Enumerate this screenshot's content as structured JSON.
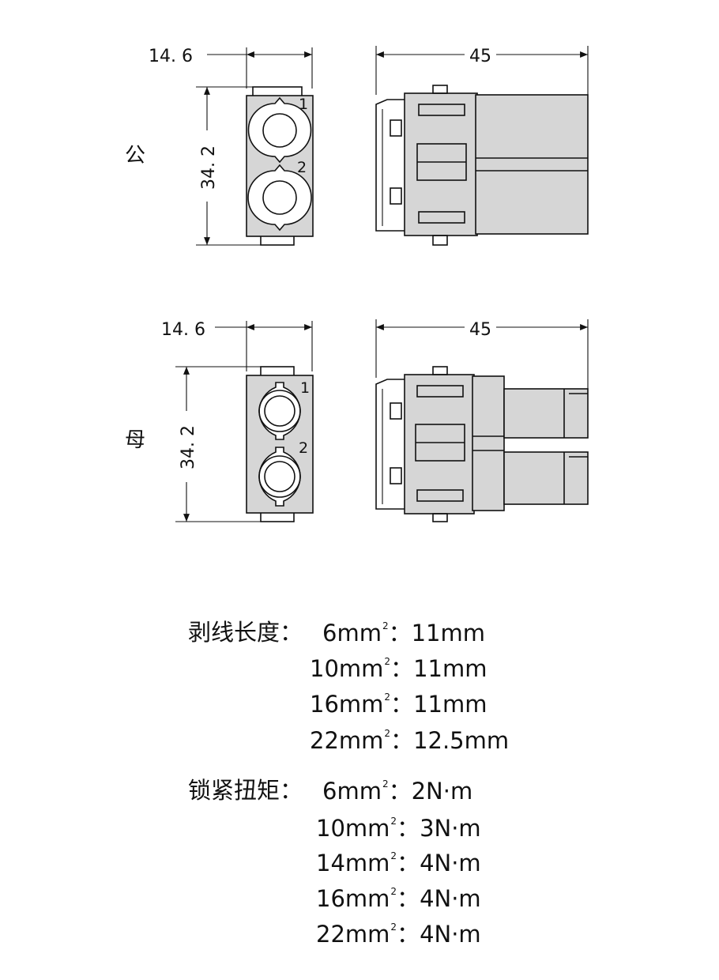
{
  "drawings": {
    "male": {
      "label": "公",
      "width_dim": "14. 6",
      "height_dim": "34. 2",
      "length_dim": "45",
      "pin1": "1",
      "pin2": "2"
    },
    "female": {
      "label": "母",
      "width_dim": "14. 6",
      "height_dim": "34. 2",
      "length_dim": "45",
      "pin1": "1",
      "pin2": "2"
    }
  },
  "strip_length": {
    "heading": "剥线长度：",
    "rows": [
      {
        "size": "6mm",
        "sup": "2",
        "sep": "：",
        "value": "11mm"
      },
      {
        "size": "10mm",
        "sup": "2",
        "sep": "：",
        "value": "11mm"
      },
      {
        "size": "16mm",
        "sup": "2",
        "sep": "：",
        "value": "11mm"
      },
      {
        "size": "22mm",
        "sup": "2",
        "sep": "：",
        "value": "12.5mm"
      }
    ]
  },
  "torque": {
    "heading": "锁紧扭矩：",
    "rows": [
      {
        "size": "6mm",
        "sup": "2",
        "sep": "：",
        "value": "2N·m"
      },
      {
        "size": "10mm",
        "sup": "2",
        "sep": "：",
        "value": "3N·m"
      },
      {
        "size": "14mm",
        "sup": "2",
        "sep": "：",
        "value": "4N·m"
      },
      {
        "size": "16mm",
        "sup": "2",
        "sep": "：",
        "value": "4N·m"
      },
      {
        "size": "22mm",
        "sup": "2",
        "sep": "：",
        "value": "4N·m"
      }
    ]
  }
}
